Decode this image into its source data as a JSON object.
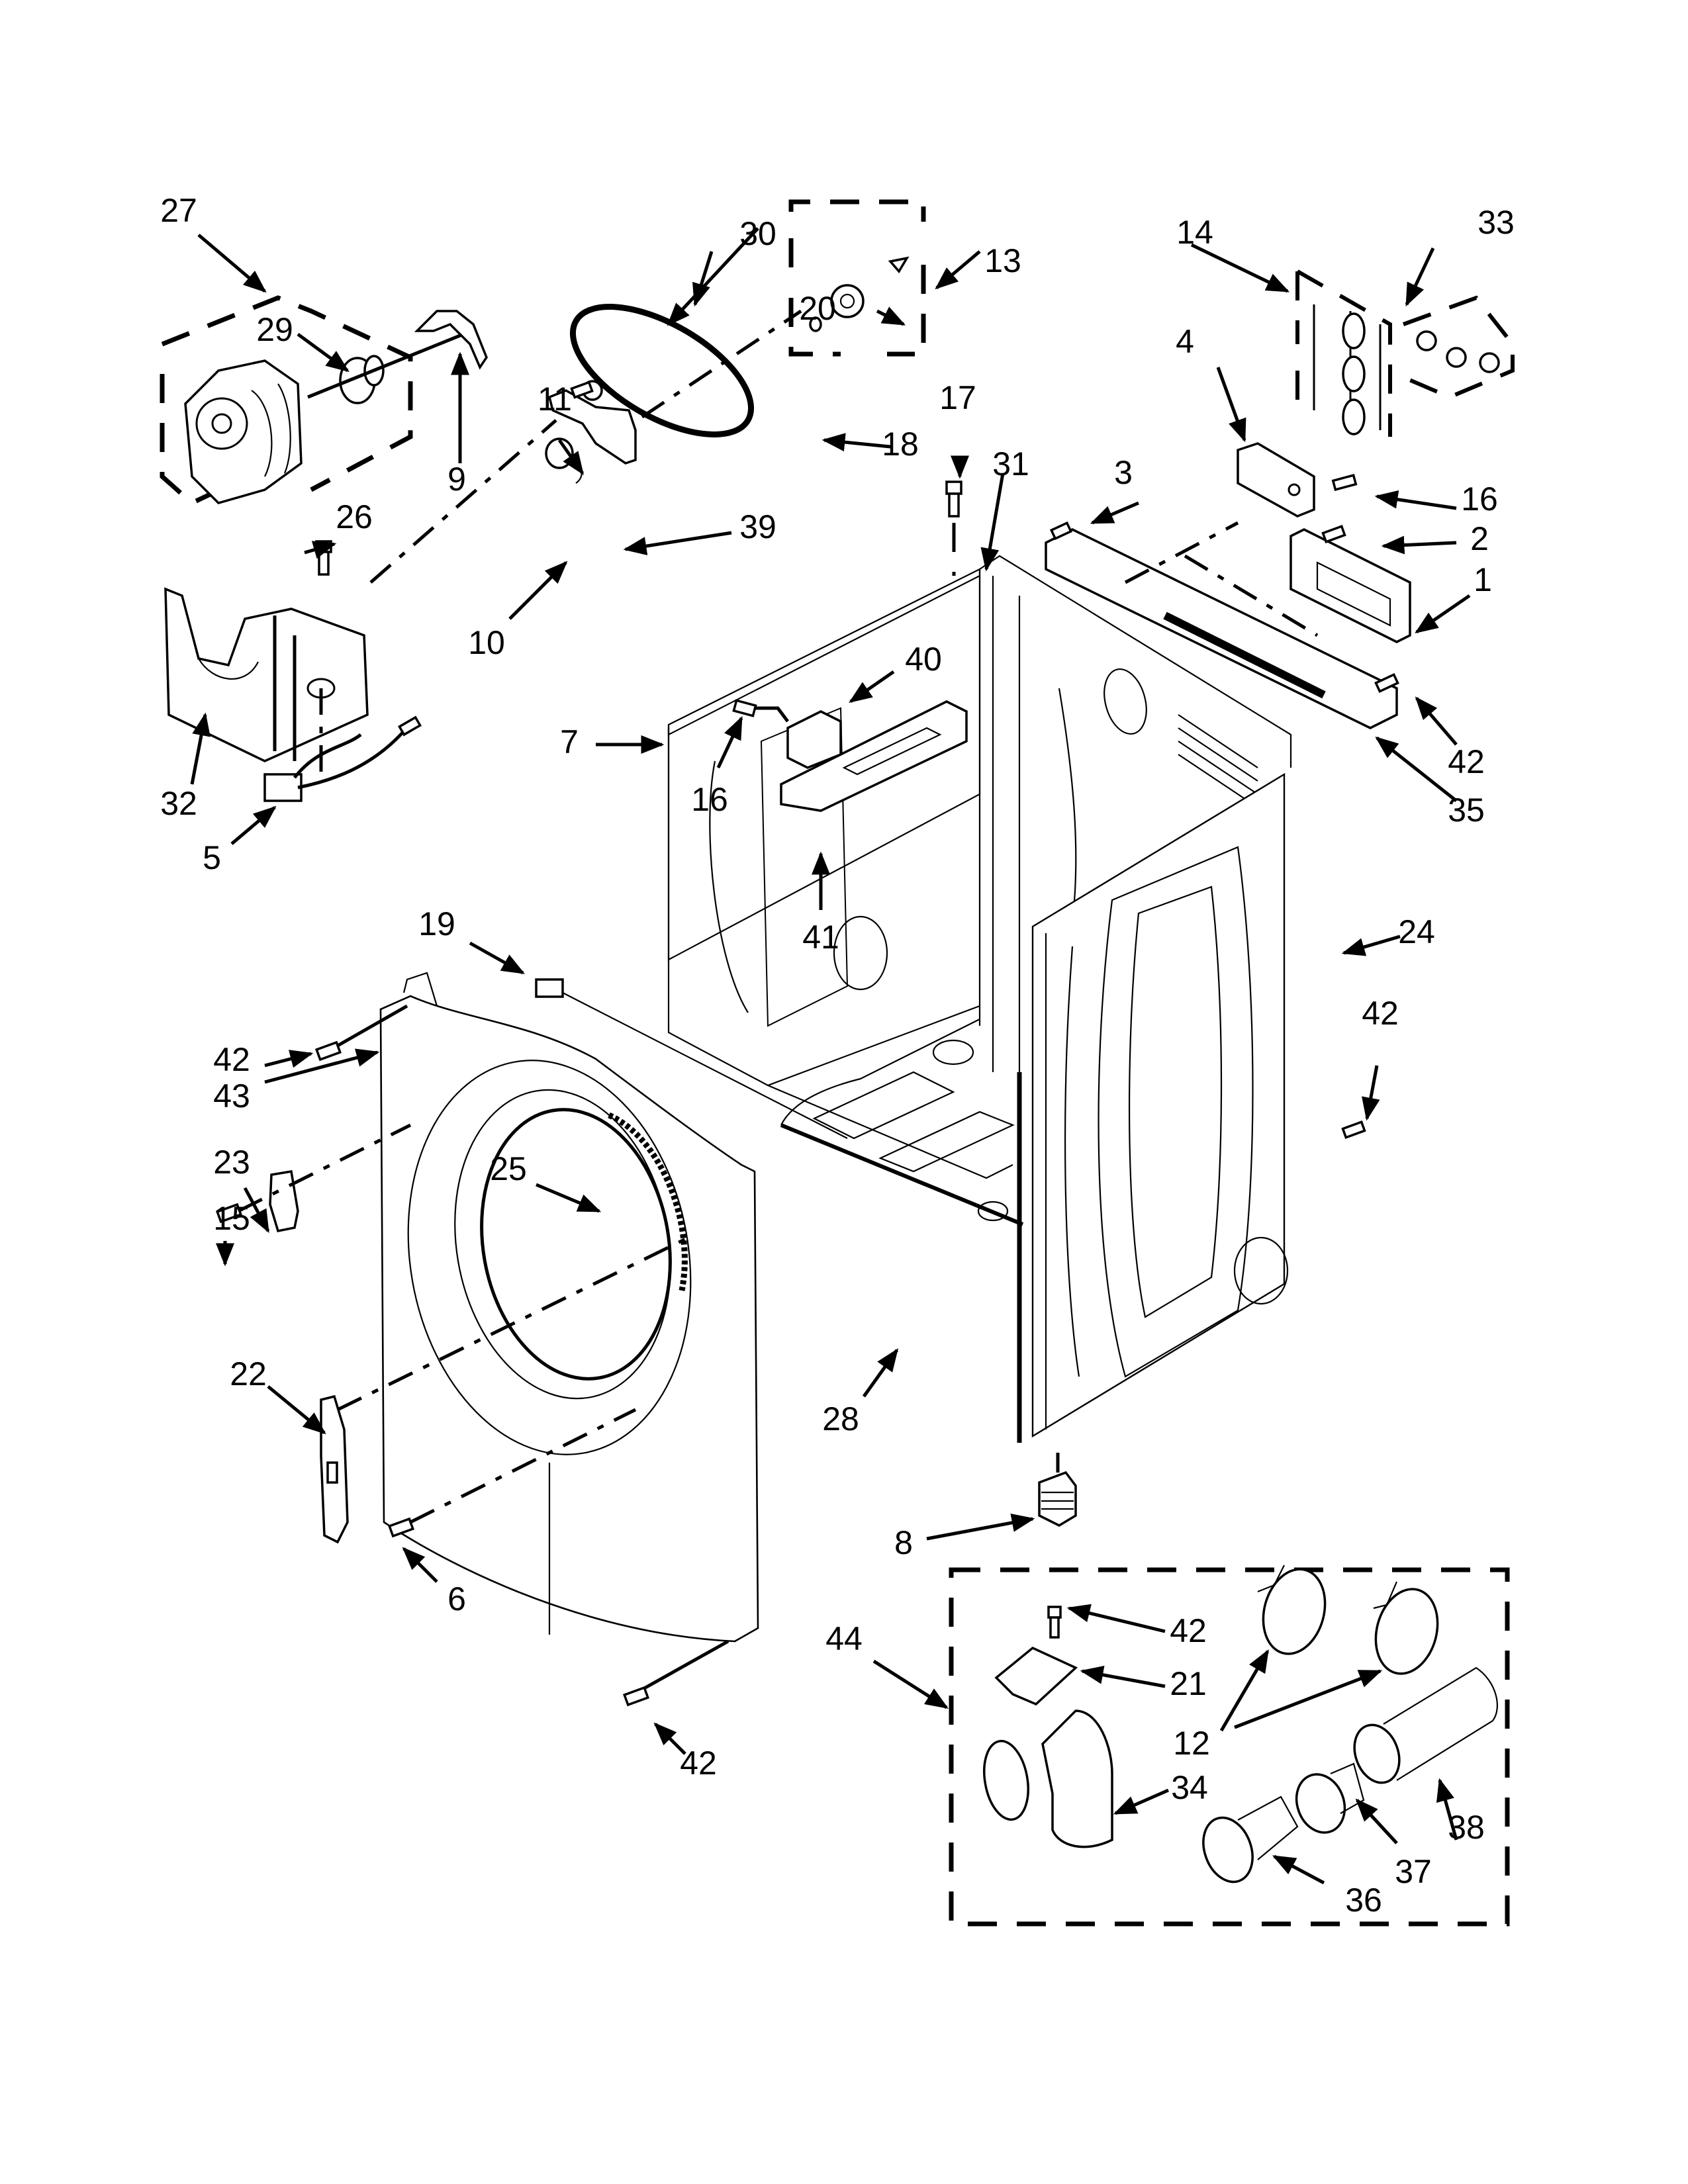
{
  "diagram": {
    "title": "Cabinet parts exploded view",
    "colors": {
      "ink": "#000000",
      "paper": "#ffffff"
    },
    "labels": {
      "p1": "1",
      "p2": "2",
      "p3": "3",
      "p4": "4",
      "p5": "5",
      "p6": "6",
      "p7": "7",
      "p8": "8",
      "p9": "9",
      "p10": "10",
      "p11": "11",
      "p12": "12",
      "p13": "13",
      "p14": "14",
      "p15": "15",
      "p16a": "16",
      "p16b": "16",
      "p17": "17",
      "p18": "18",
      "p19": "19",
      "p20": "20",
      "p21": "21",
      "p22": "22",
      "p23": "23",
      "p24": "24",
      "p25": "25",
      "p26": "26",
      "p27": "27",
      "p28": "28",
      "p29": "29",
      "p30": "30",
      "p31": "31",
      "p32": "32",
      "p33": "33",
      "p34": "34",
      "p35": "35",
      "p36": "36",
      "p37": "37",
      "p38": "38",
      "p39": "39",
      "p40": "40",
      "p41": "41",
      "p42a": "42",
      "p42b": "42",
      "p42c": "42",
      "p42d": "42",
      "p42e": "42",
      "p43": "43",
      "p44": "44"
    }
  }
}
